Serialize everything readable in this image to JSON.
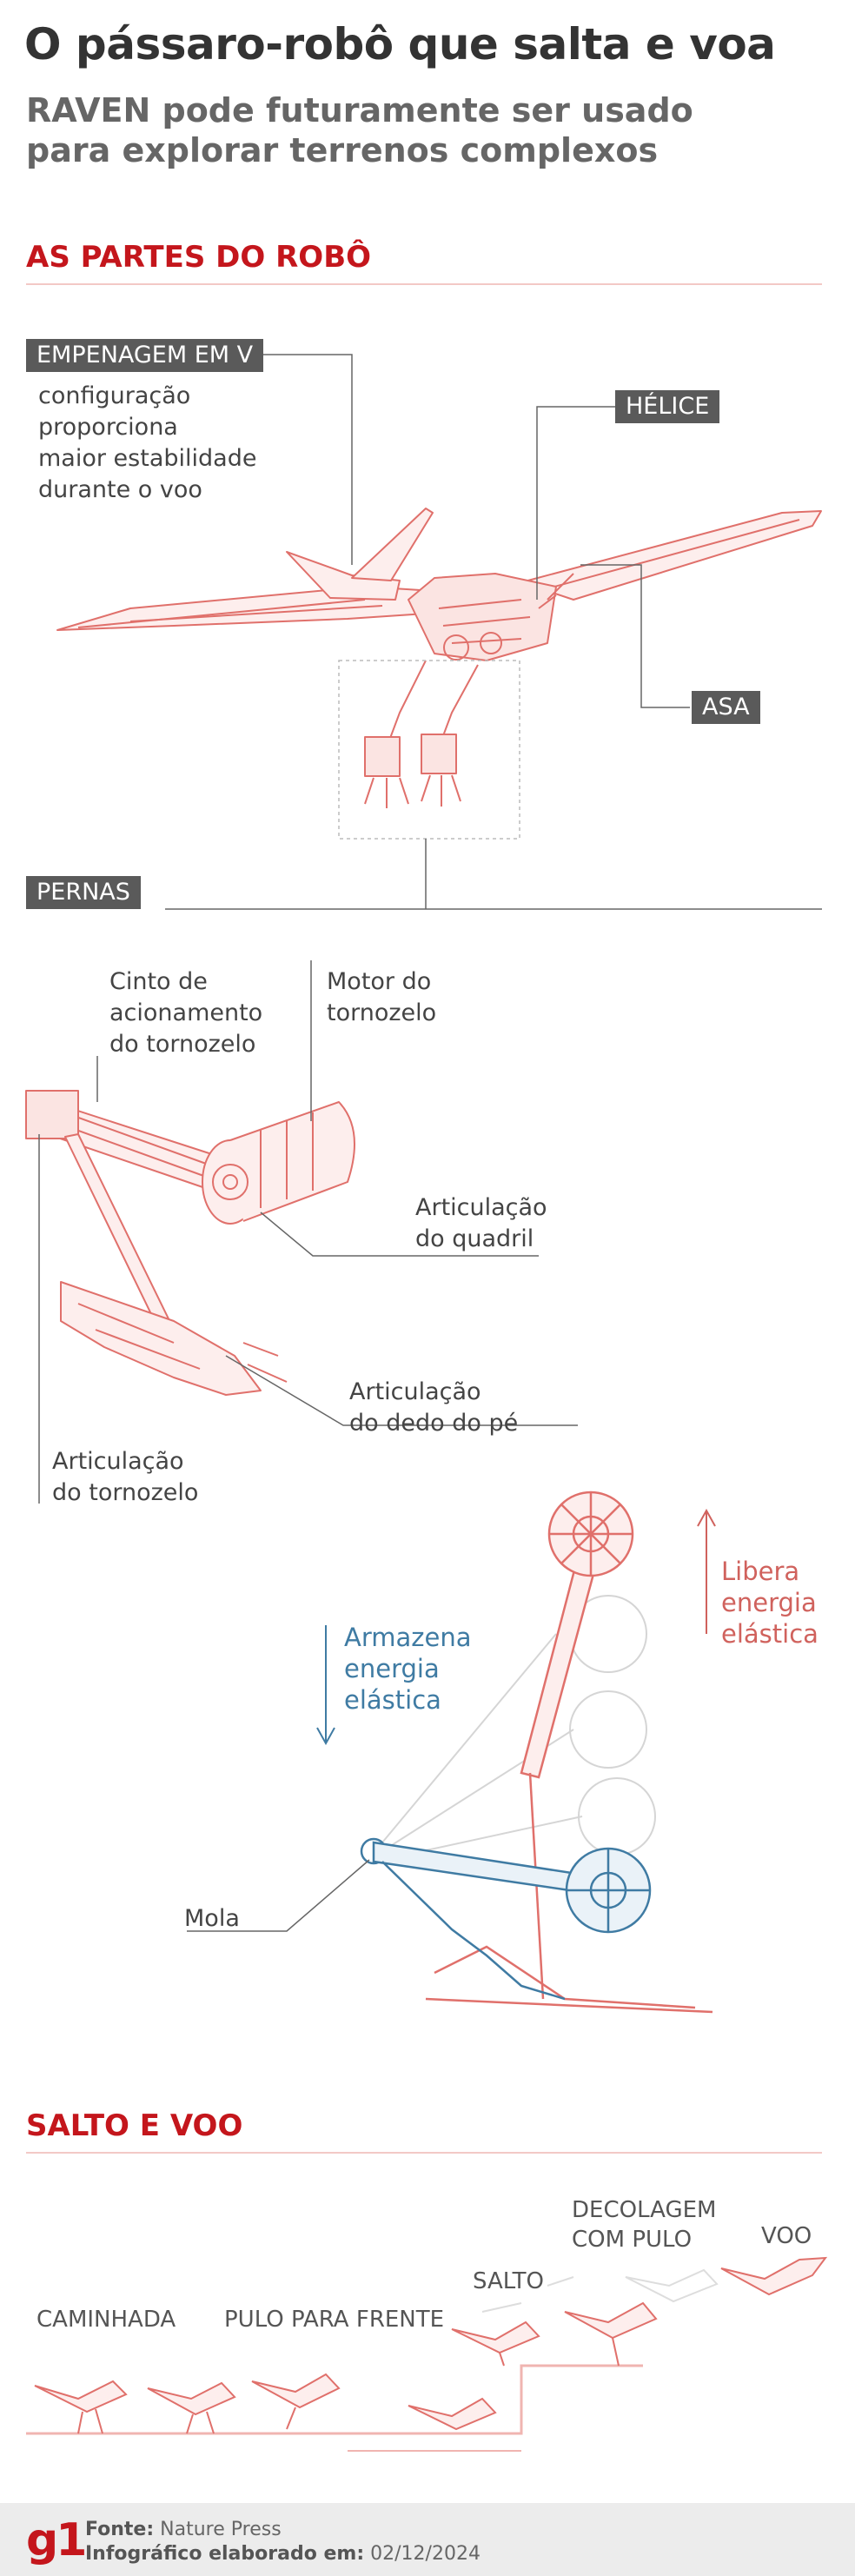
{
  "header": {
    "title": "O pássaro-robô que salta e voa",
    "subtitle_line1": "RAVEN pode futuramente ser usado",
    "subtitle_line2": "para explorar terrenos complexos"
  },
  "parts_section": {
    "heading": "AS PARTES DO ROBÔ",
    "v_tail": {
      "label": "EMPENAGEM EM V",
      "description": [
        "configuração",
        "proporciona",
        "maior estabilidade",
        "durante o voo"
      ]
    },
    "propeller_label": "HÉLICE",
    "wing_label": "ASA",
    "legs_label": "PERNAS"
  },
  "leg_detail": {
    "ankle_belt": [
      "Cinto de",
      "acionamento",
      "do tornozelo"
    ],
    "ankle_motor": [
      "Motor do",
      "tornozelo"
    ],
    "hip_joint": [
      "Articulação",
      "do quadril"
    ],
    "toe_joint": [
      "Articulação",
      "do dedo do pé"
    ],
    "ankle_joint": [
      "Articulação",
      "do tornozelo"
    ]
  },
  "spring_detail": {
    "release": [
      "Libera",
      "energia",
      "elástica"
    ],
    "store": [
      "Armazena",
      "energia",
      "elástica"
    ],
    "spring": "Mola"
  },
  "jump_section": {
    "heading": "SALTO E VOO",
    "stages": {
      "walk": "CAMINHADA",
      "forward_jump": "PULO PARA FRENTE",
      "jump": "SALTO",
      "takeoff_line1": "DECOLAGEM",
      "takeoff_line2": "COM PULO",
      "flight": "VOO"
    }
  },
  "footer": {
    "logo": "g1",
    "source_label": "Fonte:",
    "source_value": "Nature Press",
    "date_label": "Infográfico elaborado em:",
    "date_value": "02/12/2024"
  },
  "colors": {
    "accent_red": "#c4161c",
    "drawing_red": "#e0706b",
    "energy_blue": "#3f7ba3",
    "tag_gray": "#5a5a5a"
  }
}
